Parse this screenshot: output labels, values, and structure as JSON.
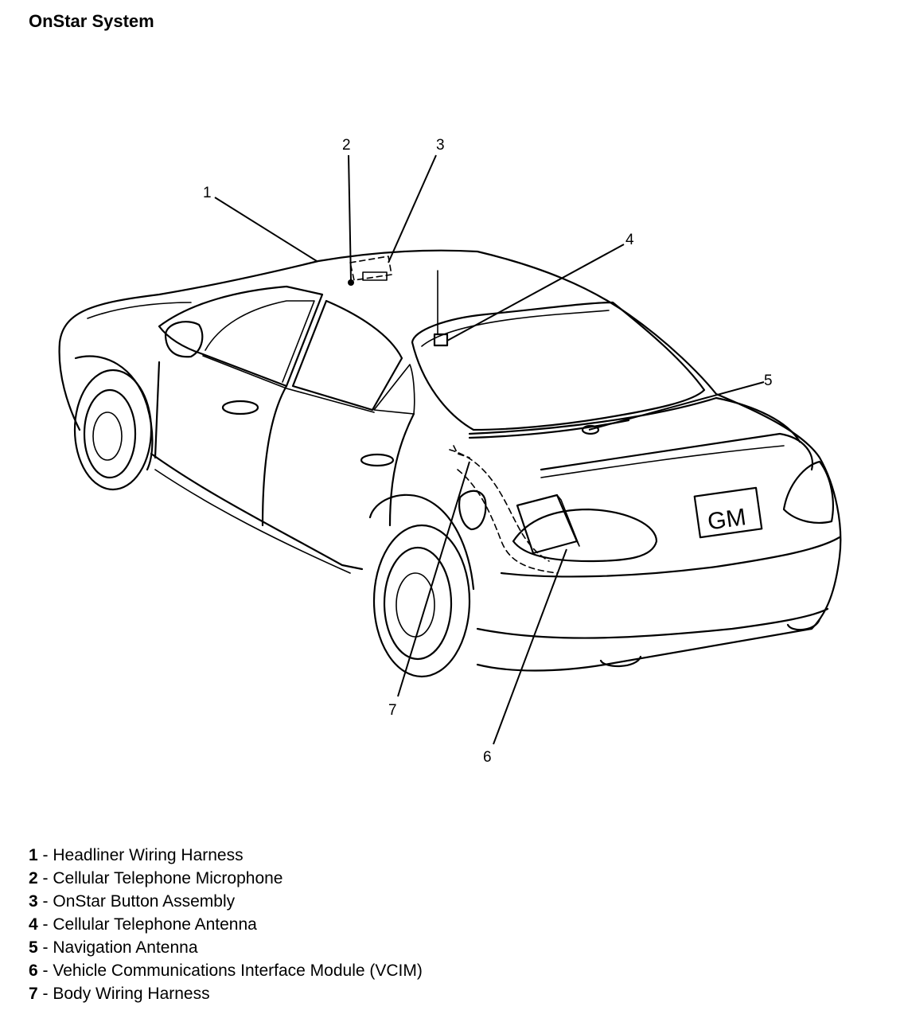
{
  "title": "OnStar System",
  "plate_text": "GM",
  "callouts": [
    "1",
    "2",
    "3",
    "4",
    "5",
    "6",
    "7"
  ],
  "legend": [
    {
      "num": "1",
      "sep": " - ",
      "label": "Headliner Wiring Harness"
    },
    {
      "num": "2",
      "sep": " - ",
      "label": "Cellular Telephone Microphone"
    },
    {
      "num": "3",
      "sep": " - ",
      "label": "OnStar Button Assembly"
    },
    {
      "num": "4",
      "sep": " - ",
      "label": "Cellular Telephone Antenna"
    },
    {
      "num": "5",
      "sep": " - ",
      "label": "Navigation Antenna"
    },
    {
      "num": "6",
      "sep": " - ",
      "label": "Vehicle Communications Interface Module (VCIM)"
    },
    {
      "num": "7",
      "sep": " - ",
      "label": "Body Wiring Harness"
    }
  ]
}
